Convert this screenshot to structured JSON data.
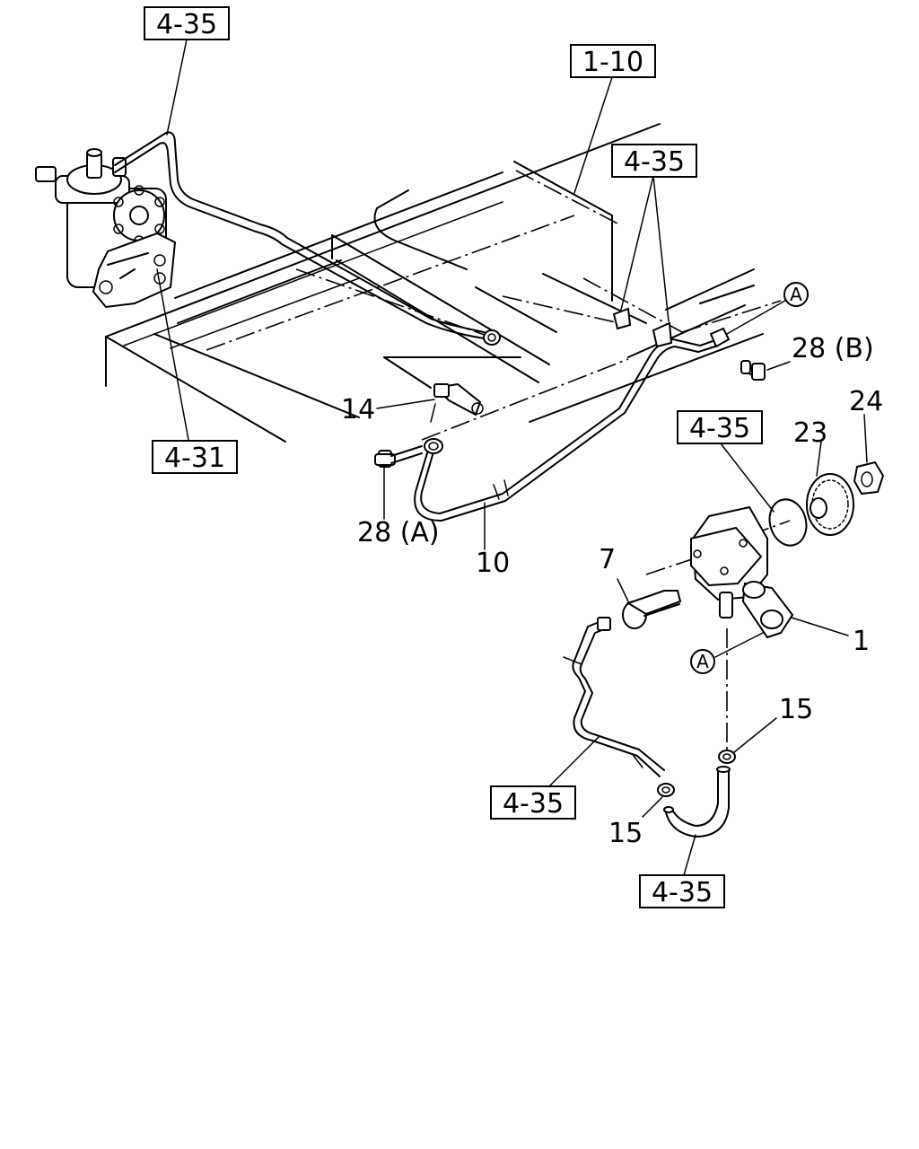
{
  "refs": {
    "r1": "4-35",
    "r2": "1-10",
    "r3": "4-35",
    "r4": "4-31",
    "r5": "4-35",
    "r6": "4-35",
    "r7": "4-35"
  },
  "parts": {
    "p1": "1",
    "p7": "7",
    "p10": "10",
    "p14": "14",
    "p15a": "15",
    "p15b": "15",
    "p23": "23",
    "p24": "24",
    "p28a": "28 (A)",
    "p28b": "28 (B)"
  },
  "connectors": {
    "a1": "A",
    "a2": "A"
  }
}
